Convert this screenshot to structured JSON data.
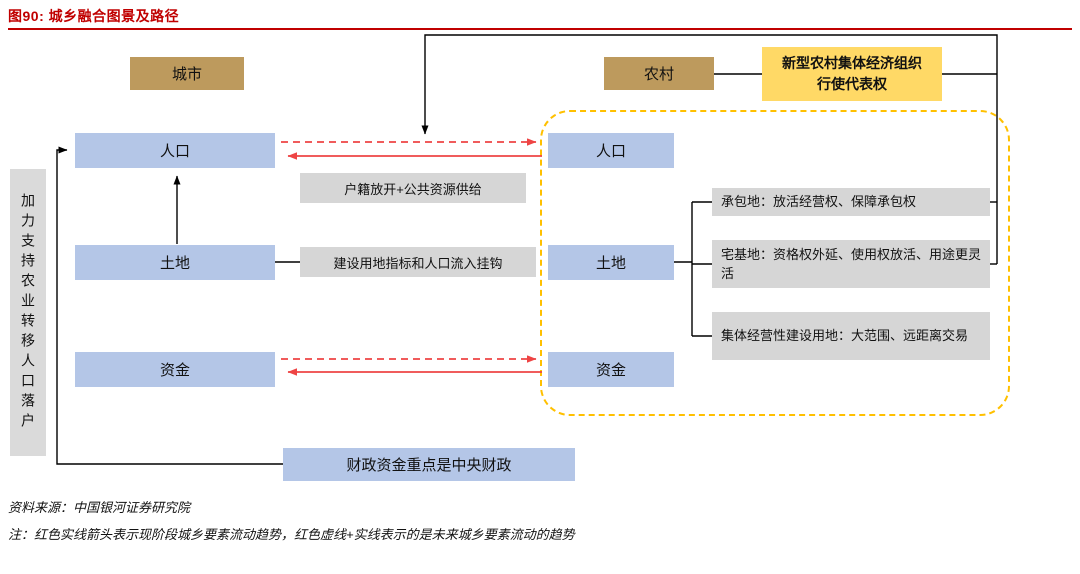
{
  "title": "图90: 城乡融合图景及路径",
  "colors": {
    "title_red": "#C00000",
    "tan": "#BD9A5D",
    "yellow": "#FFD966",
    "blue": "#B4C6E7",
    "gray_box": "#D6D6D6",
    "gray_panel": "#DADADA",
    "dashed_border": "#FFC000",
    "red_arrow": "#EE4444",
    "line": "#000000"
  },
  "headers": {
    "city": "城市",
    "rural": "农村",
    "rural_org": "新型农村集体经济组织行使代表权"
  },
  "left_panel": {
    "label": "加力支持农业转移人口落户"
  },
  "city_column": {
    "population": "人口",
    "land": "土地",
    "capital": "资金",
    "population_policy": "户籍放开+公共资源供给",
    "land_policy": "建设用地指标和人口流入挂钩"
  },
  "rural_column": {
    "population": "人口",
    "land": "土地",
    "capital": "资金",
    "land_policies": [
      "承包地：放活经营权、保障承包权",
      "宅基地：资格权外延、使用权放活、用途更灵活",
      "集体经营性建设用地：大范围、远距离交易"
    ]
  },
  "bottom_box": {
    "label": "财政资金重点是中央财政"
  },
  "footer": {
    "source": "资料来源：中国银河证券研究院",
    "note": "注：红色实线箭头表示现阶段城乡要素流动趋势，红色虚线+实线表示的是未来城乡要素流动的趋势"
  }
}
